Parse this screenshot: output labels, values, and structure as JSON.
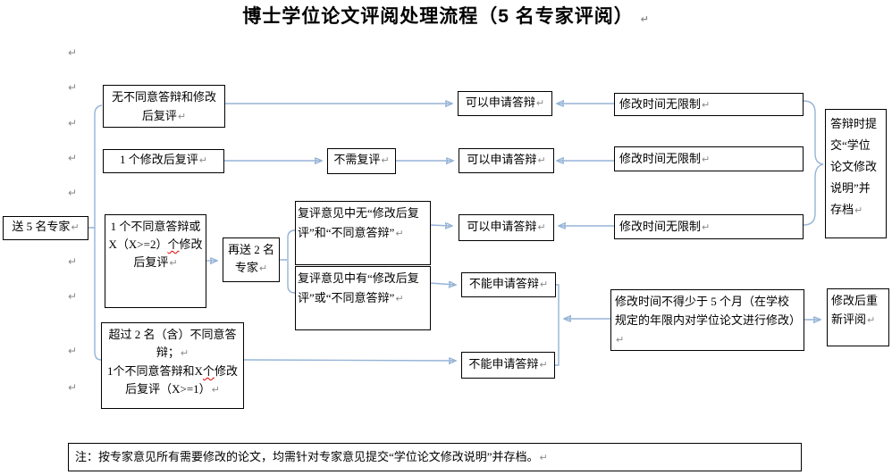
{
  "meta": {
    "pilcrow": "↵"
  },
  "colors": {
    "connector": "#95b3d7",
    "box_border": "#000000",
    "spellcheck_underline": "#e00000",
    "pilcrow_gray": "#8a8a8a"
  },
  "title": "博士学位论文评阅处理流程（5 名专家评阅）",
  "nodes": {
    "send": "送 5 名专家",
    "no_objection": "无不同意答辩和修改后复评",
    "one_revision": "1 个修改后复评",
    "one_objection": {
      "pre": "1 个不同意答辩或 X（X>=2）",
      "wavy": "个",
      "post": "修改后复评"
    },
    "many_objection": {
      "line1": "超过 2 名（含）不同意答辩；",
      "line2_pre": "1个不同意答辩和X",
      "line2_wavy": "个",
      "line2_post": "修改后复评（X>=1）"
    },
    "resend": "再送 2 名专家",
    "recheck_clear": "复评意见中无“修改后复评”和“不同意答辩”",
    "recheck_flagged": "复评意见中有“修改后复评”或“不同意答辩”",
    "skip_recheck": "不需复评",
    "can_defend": "可以申请答辩",
    "cannot_defend": "不能申请答辩",
    "unlimited_time": "修改时间无限制",
    "min_five_months": "修改时间不得少于 5 个月（在学校规定的年限内对学位论文进行修改）",
    "re_review": "修改后重新评阅",
    "archive": "答辩时提交“学位论文修改说明”并存档"
  },
  "footnote": "注：按专家意见所有需要修改的论文，均需针对专家意见提交“学位论文修改说明”并存档。"
}
